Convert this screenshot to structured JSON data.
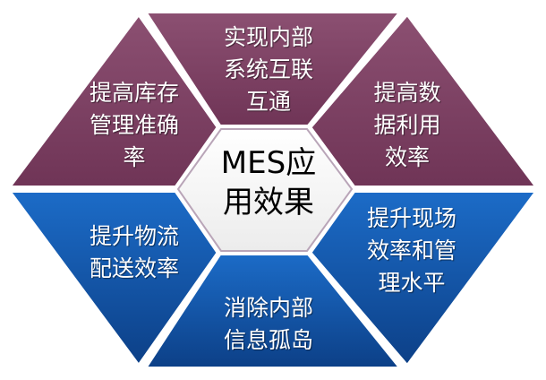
{
  "center": {
    "lines": [
      "MES应",
      "用效果"
    ]
  },
  "segments": [
    {
      "id": "top",
      "lines": [
        "实现内部",
        "系统互联",
        "互通"
      ],
      "color": "#7f4365"
    },
    {
      "id": "upper-right",
      "lines": [
        "提高数",
        "据利用",
        "效率"
      ],
      "color": "#7f4365"
    },
    {
      "id": "lower-right",
      "lines": [
        "提升现场",
        "效率和管",
        "理水平"
      ],
      "color": "#1458ad"
    },
    {
      "id": "bottom",
      "lines": [
        "消除内部",
        "信息孤岛"
      ],
      "color": "#1458ad"
    },
    {
      "id": "lower-left",
      "lines": [
        "提升物流",
        "配送效率"
      ],
      "color": "#1458ad"
    },
    {
      "id": "upper-left",
      "lines": [
        "提高库存",
        "管理准确",
        "率"
      ],
      "color": "#7f4365"
    }
  ]
}
